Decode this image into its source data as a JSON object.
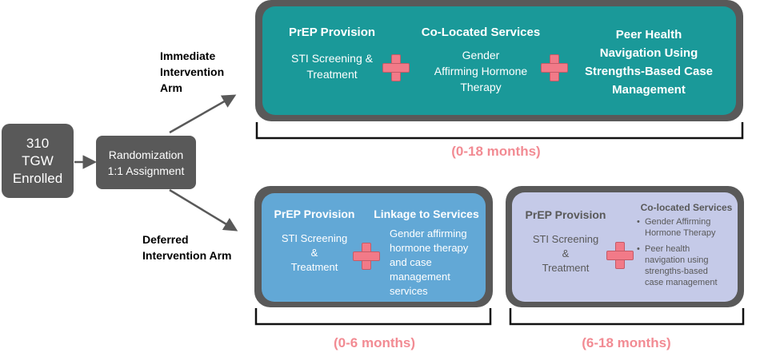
{
  "enrolled": {
    "line1": "310",
    "line2": "TGW",
    "line3": "Enrolled"
  },
  "randomization": {
    "line1": "Randomization",
    "line2": "1:1 Assignment"
  },
  "arms": {
    "immediate": {
      "line1": "Immediate",
      "line2": "Intervention",
      "line3": "Arm"
    },
    "deferred": {
      "line1": "Deferred",
      "line2": "Intervention Arm"
    }
  },
  "immediate_panel": {
    "col1": {
      "title": "PrEP Provision",
      "line1": "STI Screening &",
      "line2": "Treatment"
    },
    "col2": {
      "title": "Co-Located Services",
      "line1": "Gender",
      "line2": "Affirming Hormone",
      "line3": "Therapy"
    },
    "col3": {
      "line1": "Peer Health",
      "line2": "Navigation Using",
      "line3": "Strengths-Based Case",
      "line4": "Management"
    },
    "period": "(0-18 months)"
  },
  "deferred_panel_1": {
    "col1": {
      "title": "PrEP Provision",
      "line1": "STI Screening",
      "line2": "&",
      "line3": "Treatment"
    },
    "col2": {
      "title": "Linkage to Services",
      "line1": "Gender affirming",
      "line2": "hormone therapy",
      "line3": "and case",
      "line4": "management",
      "line5": "services"
    },
    "period": "(0-6 months)"
  },
  "deferred_panel_2": {
    "col1": {
      "title": "PrEP Provision",
      "line1": "STI Screening",
      "line2": "&",
      "line3": "Treatment"
    },
    "col2": {
      "title": "Co-located Services",
      "bullet1": {
        "line1": "Gender Affirming",
        "line2": "Hormone Therapy"
      },
      "bullet2": {
        "line1": "Peer health",
        "line2": "navigation using",
        "line3": "strengths-based",
        "line4": "case management"
      }
    },
    "period": "(6-18 months)"
  },
  "colors": {
    "node": "#595959",
    "immediate_panel": "#1a9999",
    "deferred_panel_1": "#62a8d6",
    "deferred_panel_2": "#c5cae8",
    "plus": "#f27a88",
    "period_text": "#f28b93"
  }
}
